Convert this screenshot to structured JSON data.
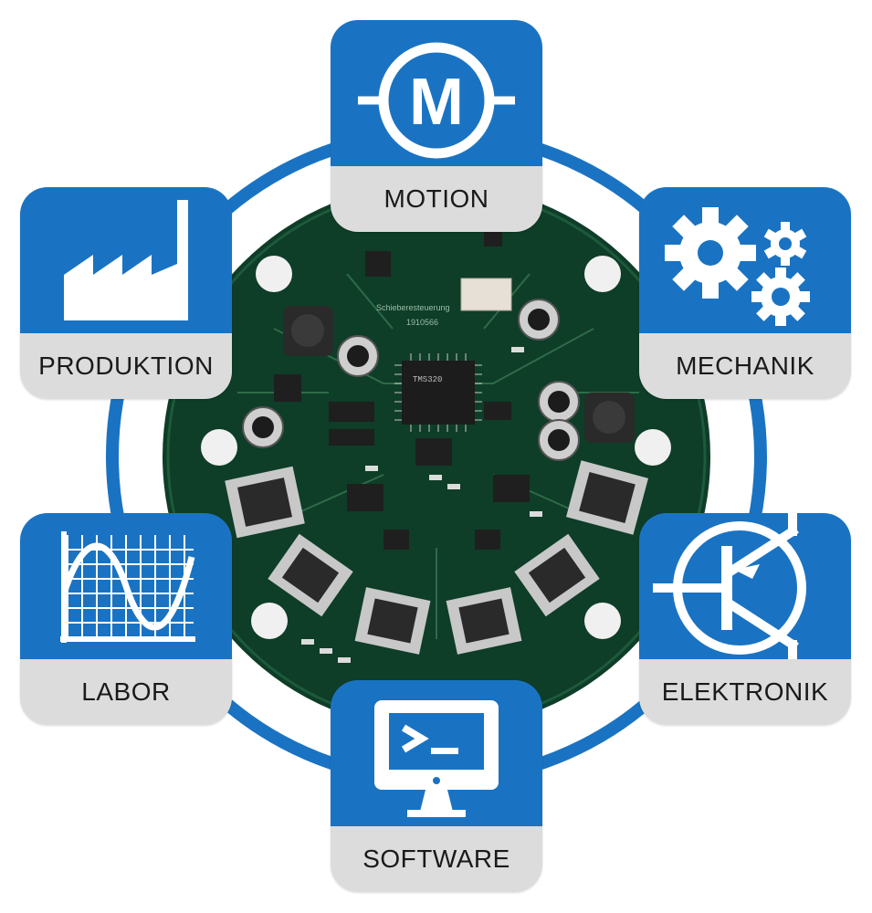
{
  "colors": {
    "blue": "#1a73c2",
    "ring": "#1a73c2",
    "label_bg": "#dcdcdc",
    "board": "#0e3d28",
    "white": "#ffffff"
  },
  "board": {
    "silkscreen_title": "Schieberesteuerung",
    "silkscreen_id": "1910566",
    "chip_text": "TMS320"
  },
  "tiles": [
    {
      "id": "motion",
      "label": "MOTION",
      "icon": "motor-icon"
    },
    {
      "id": "mechanik",
      "label": "MECHANIK",
      "icon": "gears-icon"
    },
    {
      "id": "elektronik",
      "label": "ELEKTRONIK",
      "icon": "transistor-icon"
    },
    {
      "id": "software",
      "label": "SOFTWARE",
      "icon": "terminal-monitor-icon"
    },
    {
      "id": "labor",
      "label": "LABOR",
      "icon": "sine-wave-graph-icon"
    },
    {
      "id": "produktion",
      "label": "PRODUKTION",
      "icon": "factory-icon"
    }
  ]
}
